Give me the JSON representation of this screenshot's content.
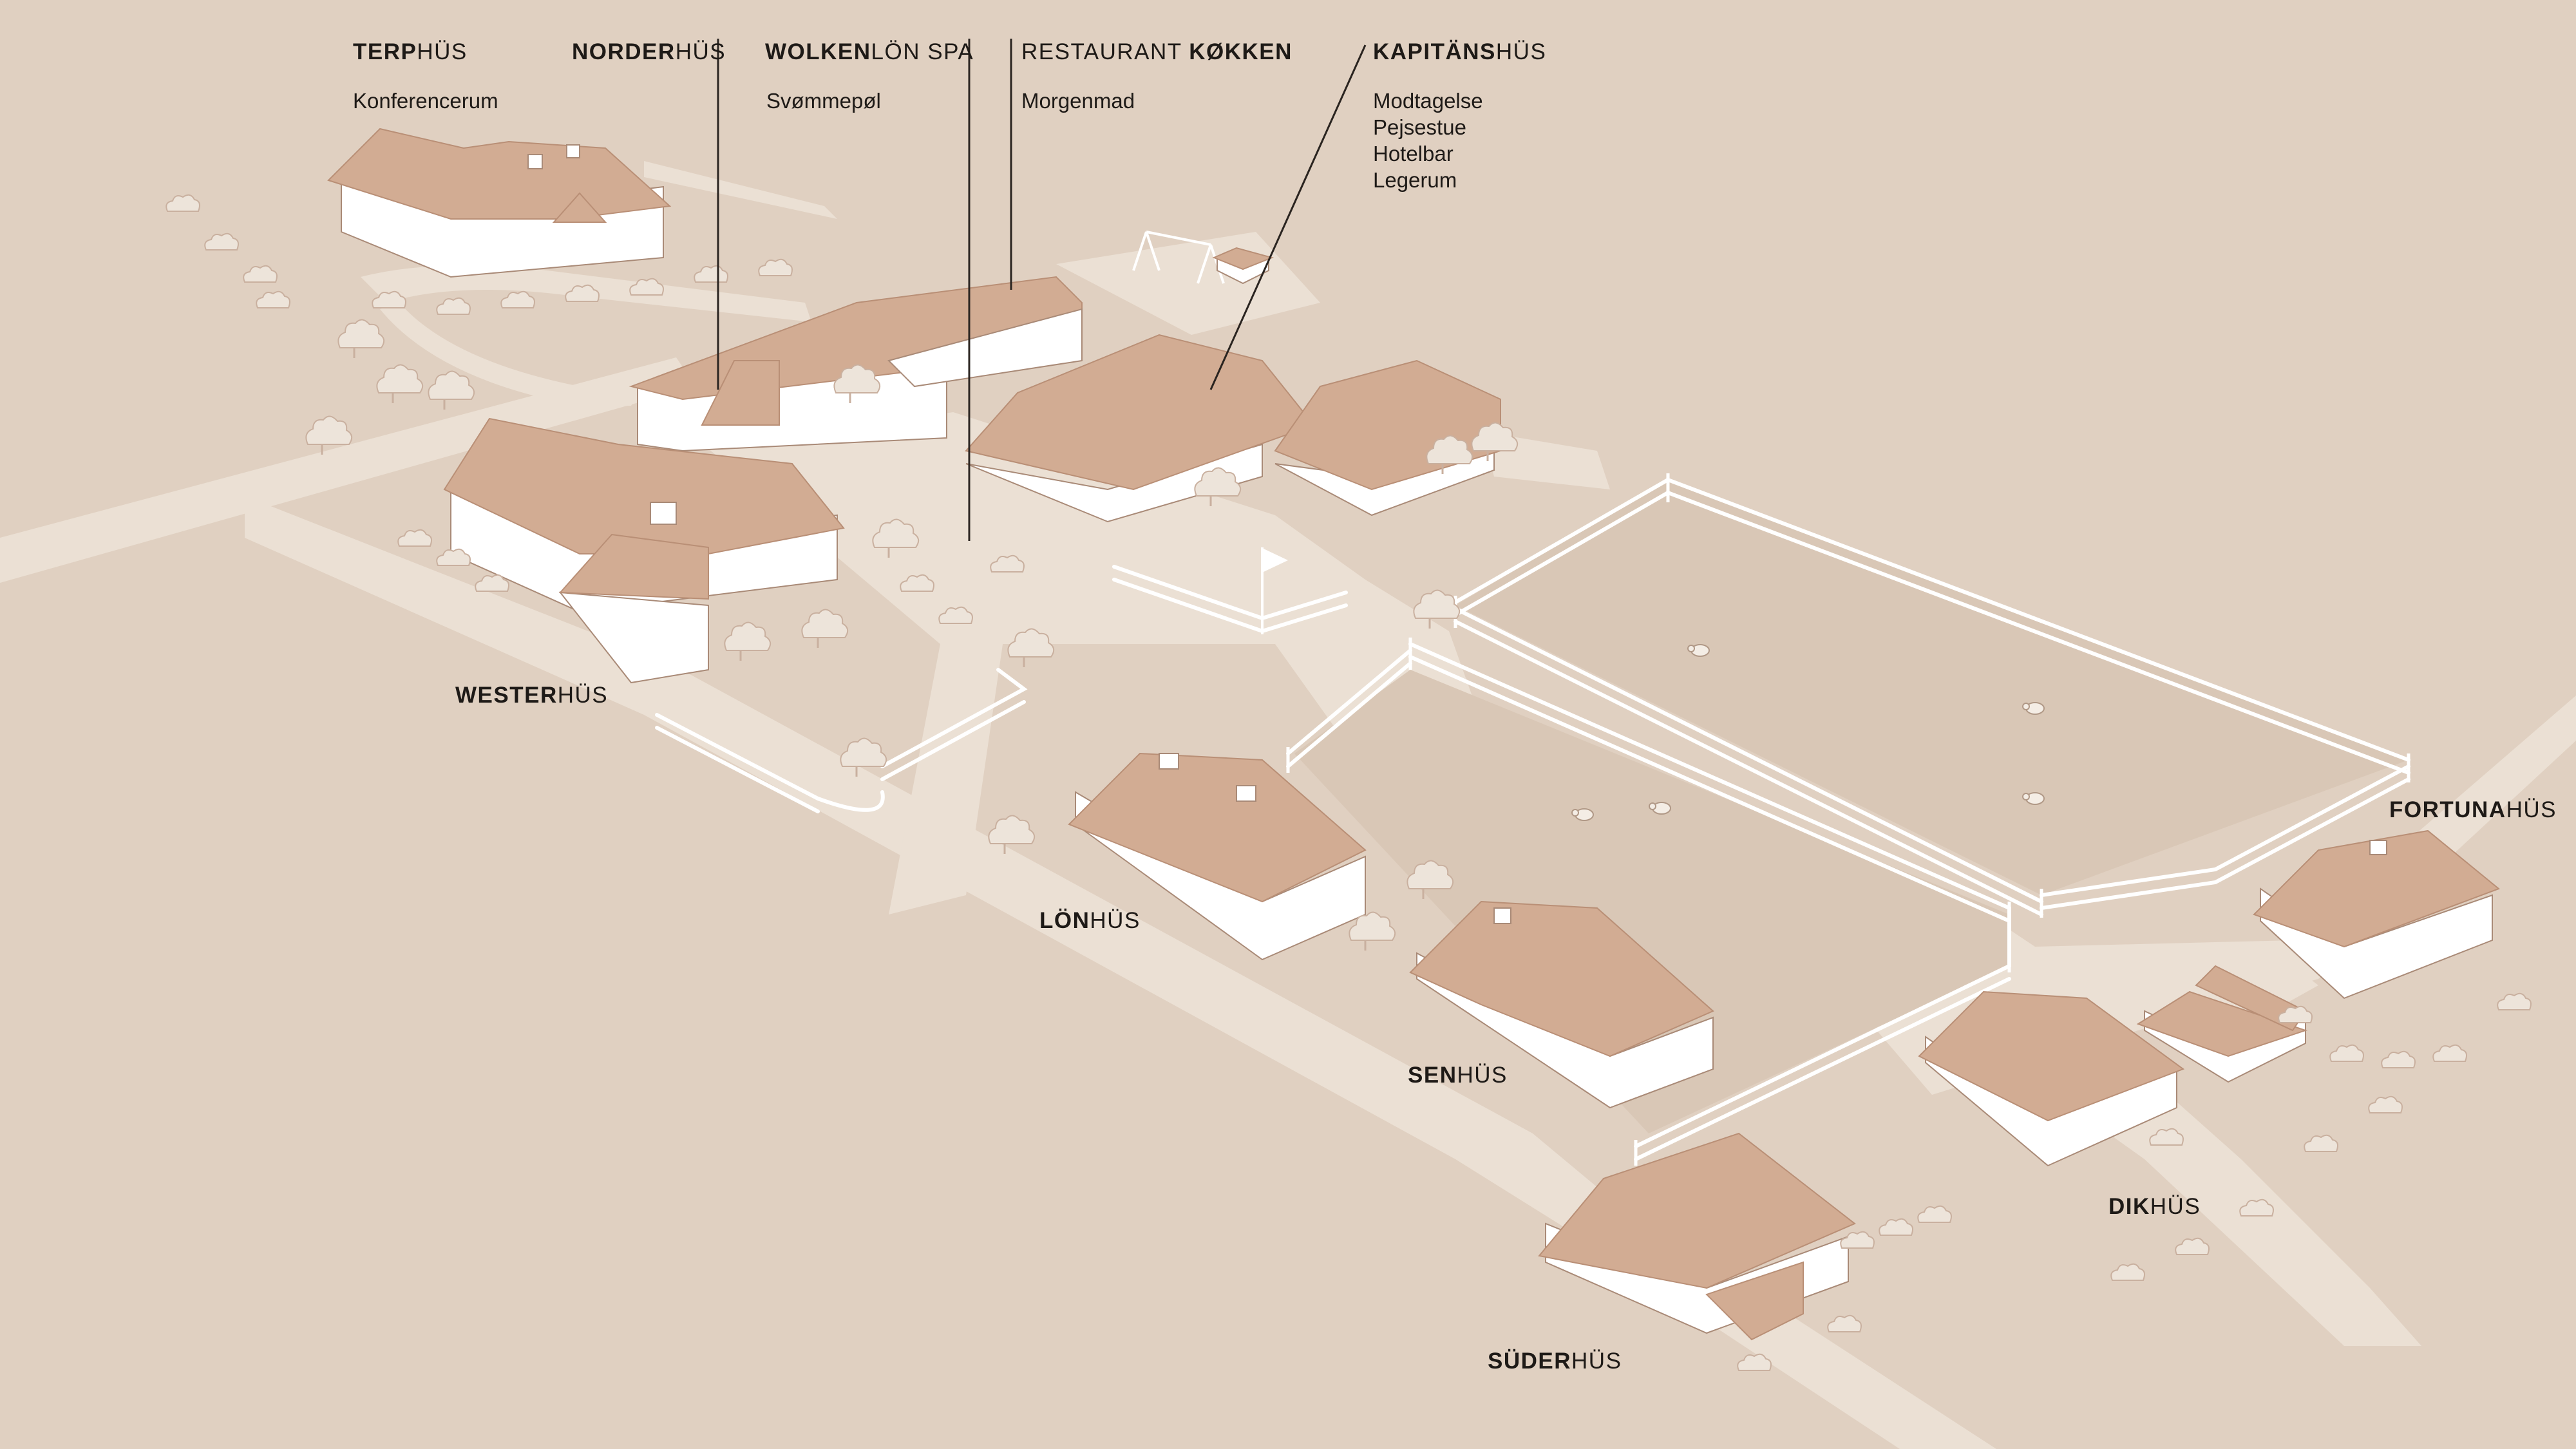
{
  "map": {
    "colors": {
      "ground": "#e0d0c1",
      "road": "#ebe0d4",
      "roof": "#d2ac93",
      "roof_edge": "#b98f76",
      "wall": "#ffffff",
      "wall_line": "#a98a77",
      "fence": "#ffffff",
      "tree": "#ede4da",
      "tree_edge": "#c9b09f",
      "text": "#1e1a17",
      "leader": "#2a2420"
    },
    "labels": [
      {
        "id": "terphus",
        "bold": "TERP",
        "rest": "HÜS",
        "items": [
          "Konferencerum"
        ]
      },
      {
        "id": "norderhus",
        "bold": "NORDER",
        "rest": "HÜS",
        "items": []
      },
      {
        "id": "wolkenlon",
        "bold": "WOLKEN",
        "rest": "LÖN SPA",
        "items": [
          "Svømmepøl"
        ]
      },
      {
        "id": "restaurant",
        "bold": "",
        "rest": "RESTAURANT ",
        "bold2": "KØKKEN",
        "items": [
          "Morgenmad"
        ]
      },
      {
        "id": "kapitanshus",
        "bold": "KAPITÄNS",
        "rest": "HÜS",
        "items": [
          "Modtagelse",
          "Pejsestue",
          "Hotelbar",
          "Legerum"
        ]
      },
      {
        "id": "westerhus",
        "bold": "WESTER",
        "rest": "HÜS",
        "items": []
      },
      {
        "id": "lonhus",
        "bold": "LÖN",
        "rest": "HÜS",
        "items": []
      },
      {
        "id": "senhus",
        "bold": "SEN",
        "rest": "HÜS",
        "items": []
      },
      {
        "id": "fortunahus",
        "bold": "FORTUNA",
        "rest": "HÜS",
        "items": []
      },
      {
        "id": "dikhus",
        "bold": "DIK",
        "rest": "HÜS",
        "items": []
      },
      {
        "id": "suderhus",
        "bold": "SÜDER",
        "rest": "HÜS",
        "items": []
      }
    ]
  }
}
